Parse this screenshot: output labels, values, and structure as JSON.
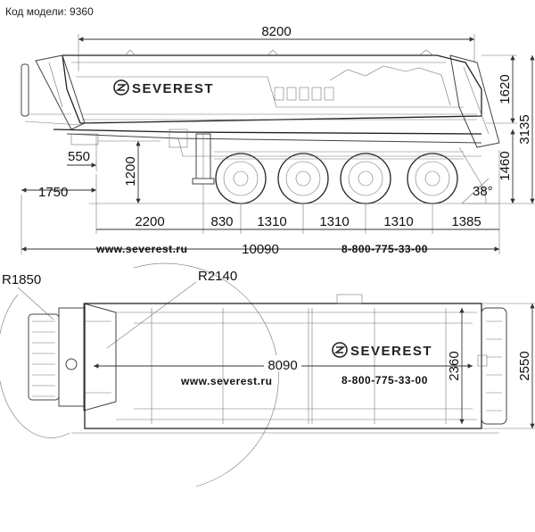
{
  "header": {
    "model_label": "Код модели: 9360"
  },
  "brand": {
    "name": "SEVEREST"
  },
  "contacts": {
    "website": "www.severest.ru",
    "phone": "8-800-775-33-00"
  },
  "side_view": {
    "dims": {
      "body_length": "8200",
      "body_height": "1620",
      "total_height": "3135",
      "frame_height": "1460",
      "kingpin_offset": "550",
      "kingpin_height": "1200",
      "front_overhang": "1750",
      "kingpin_to_leg": "2200",
      "leg_to_axle1": "830",
      "axle_spacing_1": "1310",
      "axle_spacing_2": "1310",
      "axle_spacing_3": "1310",
      "rear_overhang": "1385",
      "total_length": "10090",
      "tip_angle": "38°"
    }
  },
  "top_view": {
    "dims": {
      "front_radius": "R1850",
      "swing_radius": "R2140",
      "body_length": "8090",
      "inner_width": "2360",
      "total_width": "2550"
    }
  }
}
